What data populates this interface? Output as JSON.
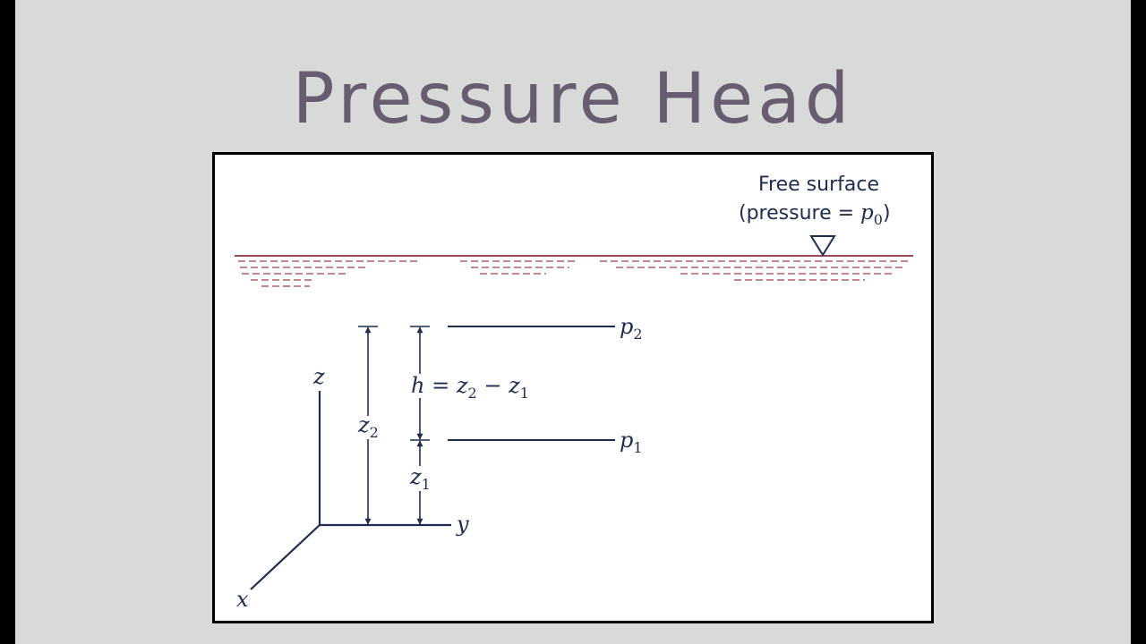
{
  "slide": {
    "title": "Pressure Head"
  },
  "diagram": {
    "free_surface_line1": "Free surface",
    "free_surface_line2_prefix": "(pressure = ",
    "free_surface_var": "p",
    "free_surface_sub": "0",
    "free_surface_line2_suffix": ")",
    "p2_var": "p",
    "p2_sub": "2",
    "p1_var": "p",
    "p1_sub": "1",
    "h_var": "h",
    "h_eq": " = ",
    "h_z": "z",
    "h_z2_sub": "2",
    "h_minus": " − ",
    "h_z1_sub": "1",
    "z2_var": "z",
    "z2_sub": "2",
    "z1_var": "z",
    "z1_sub": "1",
    "axis_z": "z",
    "axis_y": "y",
    "axis_x": "x",
    "colors": {
      "ink": "#1d2c4f",
      "water": "#9b4a58",
      "title": "#675c70",
      "background": "#d9d9d9"
    }
  }
}
